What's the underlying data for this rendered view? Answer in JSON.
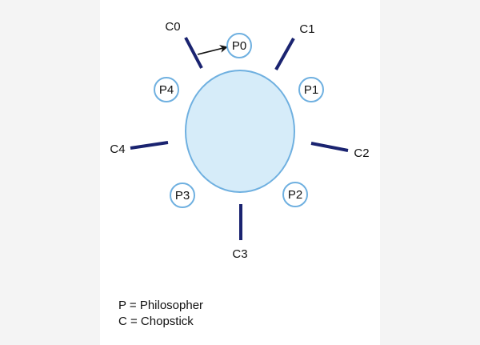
{
  "diagram": {
    "philosophers": [
      {
        "id": "p0",
        "label": "P0"
      },
      {
        "id": "p1",
        "label": "P1"
      },
      {
        "id": "p2",
        "label": "P2"
      },
      {
        "id": "p3",
        "label": "P3"
      },
      {
        "id": "p4",
        "label": "P4"
      }
    ],
    "chopsticks": [
      {
        "id": "c0",
        "label": "C0"
      },
      {
        "id": "c1",
        "label": "C1"
      },
      {
        "id": "c2",
        "label": "C2"
      },
      {
        "id": "c3",
        "label": "C3"
      },
      {
        "id": "c4",
        "label": "C4"
      }
    ],
    "arrow": {
      "from": "C0",
      "to": "P0"
    },
    "colors": {
      "table_fill": "#d6ecf9",
      "table_stroke": "#6fb0e0",
      "node_stroke": "#6fb0e0",
      "chopstick": "#1a2370",
      "arrow": "#111111"
    }
  },
  "legend": {
    "line1": "P = Philosopher",
    "line2": "C = Chopstick"
  }
}
